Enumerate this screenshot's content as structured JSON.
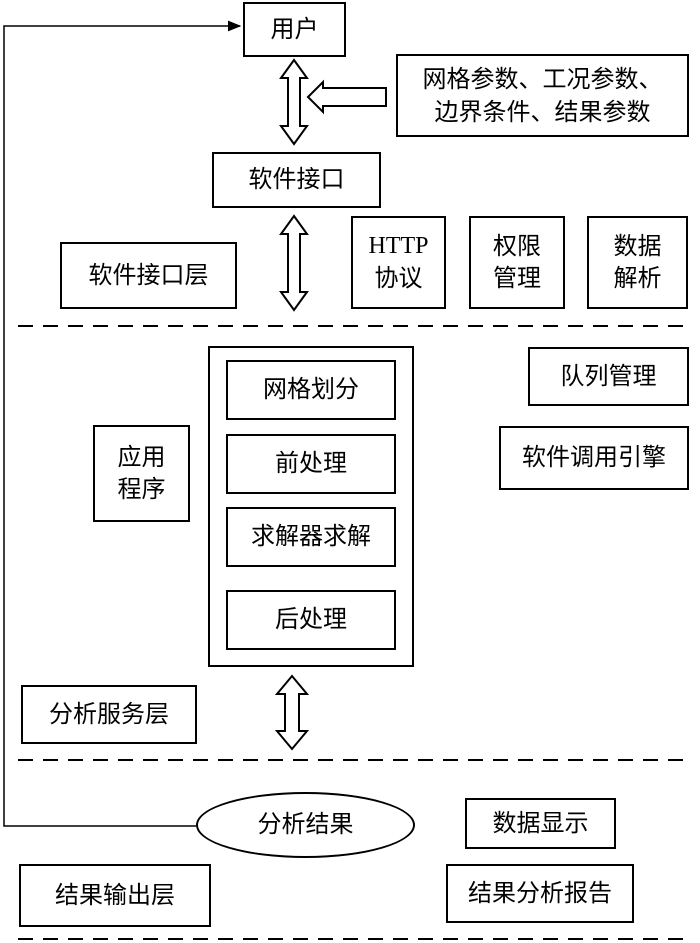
{
  "user": "用户",
  "params": {
    "line1": "网格参数、工况参数、",
    "line2": "边界条件、结果参数"
  },
  "software_interface": "软件接口",
  "layers": {
    "interface_layer": "软件接口层",
    "service_layer": "分析服务层",
    "output_layer": "结果输出层"
  },
  "interface_modules": {
    "http": {
      "line1": "HTTP",
      "line2": "协议"
    },
    "permission": {
      "line1": "权限",
      "line2": "管理"
    },
    "data_parse": {
      "line1": "数据",
      "line2": "解析"
    }
  },
  "application": {
    "line1": "应用",
    "line2": "程序"
  },
  "pipeline": [
    "网格划分",
    "前处理",
    "求解器求解",
    "后处理"
  ],
  "queue_management": "队列管理",
  "software_engine": "软件调用引擎",
  "analysis_result": "分析结果",
  "data_display": "数据显示",
  "result_report": "结果分析报告"
}
